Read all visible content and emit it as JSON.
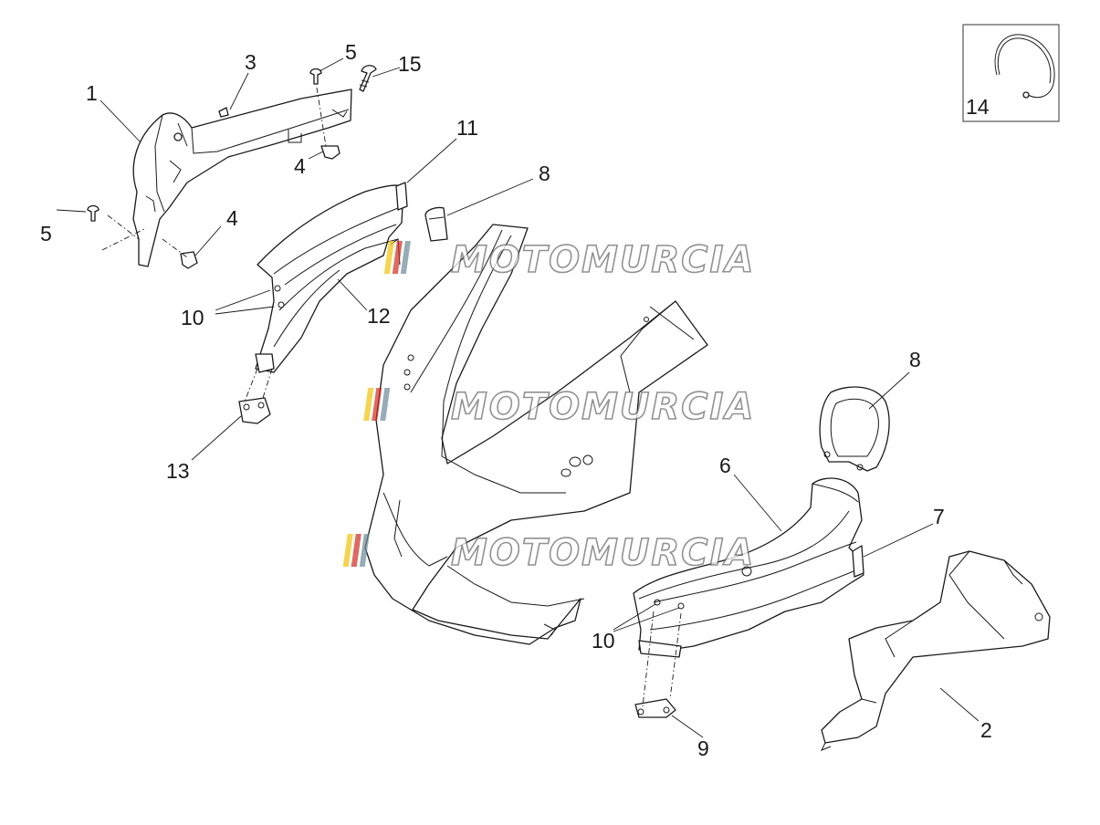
{
  "watermark": {
    "text": "MOTOMURCIA",
    "colors": [
      "#f2c200",
      "#d9271d",
      "#6a8a9a"
    ]
  },
  "callouts": [
    {
      "key": "c1",
      "label": "1"
    },
    {
      "key": "c2",
      "label": "2"
    },
    {
      "key": "c3",
      "label": "3"
    },
    {
      "key": "c4a",
      "label": "4"
    },
    {
      "key": "c4b",
      "label": "4"
    },
    {
      "key": "c5a",
      "label": "5"
    },
    {
      "key": "c5b",
      "label": "5"
    },
    {
      "key": "c6",
      "label": "6"
    },
    {
      "key": "c7",
      "label": "7"
    },
    {
      "key": "c8a",
      "label": "8"
    },
    {
      "key": "c8b",
      "label": "8"
    },
    {
      "key": "c9",
      "label": "9"
    },
    {
      "key": "c10a",
      "label": "10"
    },
    {
      "key": "c10b",
      "label": "10"
    },
    {
      "key": "c11",
      "label": "11"
    },
    {
      "key": "c12",
      "label": "12"
    },
    {
      "key": "c13",
      "label": "13"
    },
    {
      "key": "c14",
      "label": "14"
    },
    {
      "key": "c15",
      "label": "15"
    }
  ]
}
